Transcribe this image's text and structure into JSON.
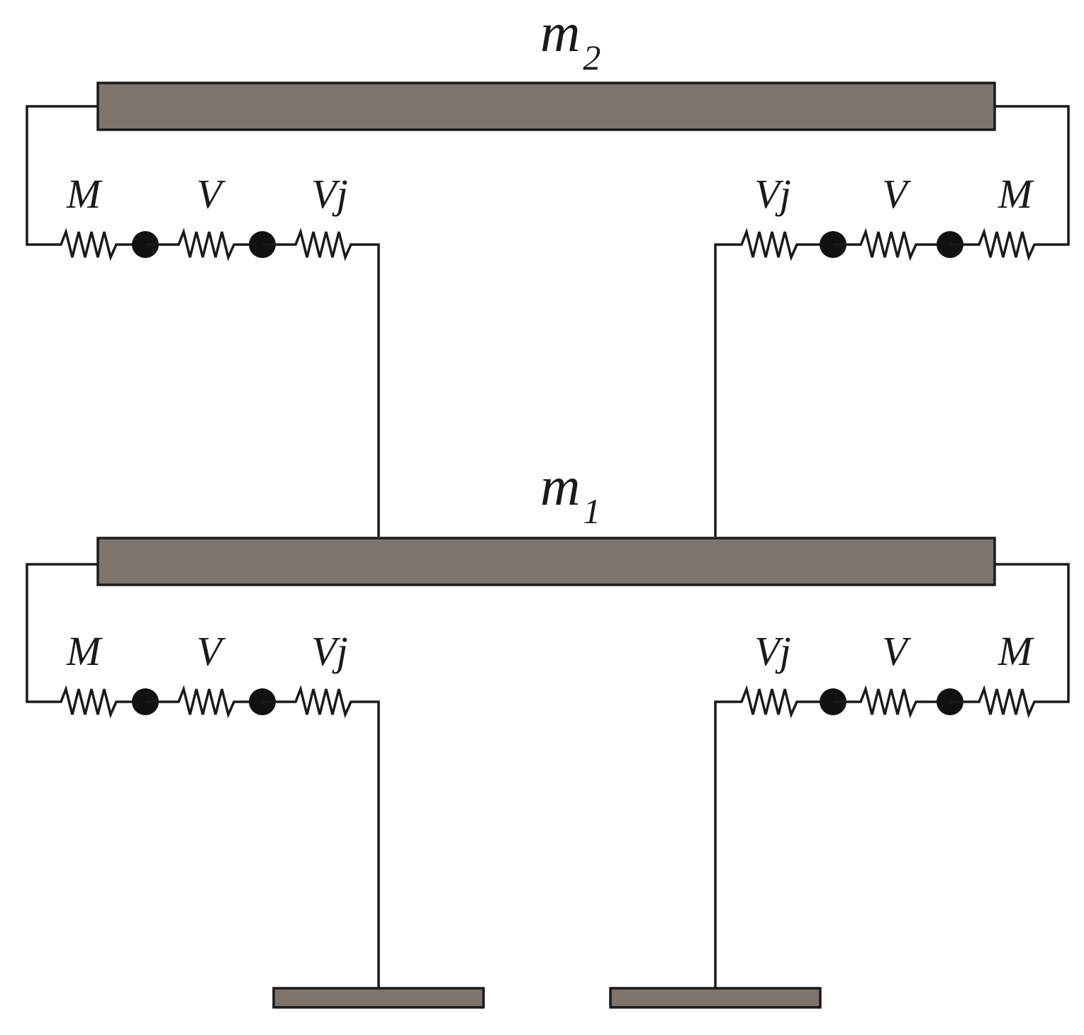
{
  "masses": [
    {
      "id": "m2",
      "symbol": "m",
      "subscript": "2"
    },
    {
      "id": "m1",
      "symbol": "m",
      "subscript": "1"
    }
  ],
  "spring_labels": {
    "left": [
      "M",
      "V",
      "Vj"
    ],
    "right": [
      "Vj",
      "V",
      "M"
    ]
  },
  "colors": {
    "mass_fill": "#7d746d",
    "line": "#1a1a1a",
    "node": "#111111"
  }
}
